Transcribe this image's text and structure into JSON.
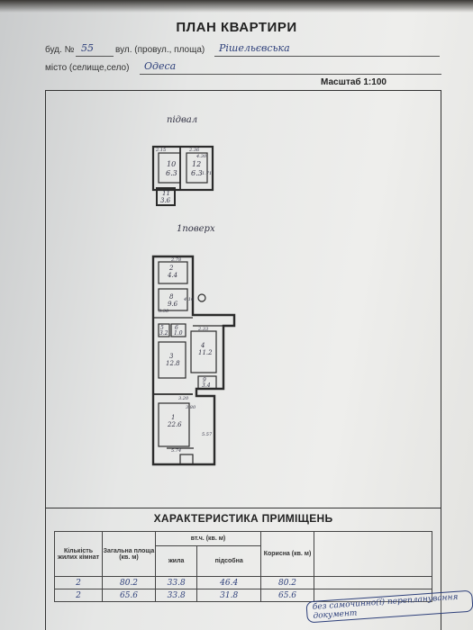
{
  "title": "ПЛАН КВАРТИРИ",
  "address": {
    "bud_label": "буд. №",
    "bud_number": "55",
    "street_label": "вул. (провул., площа)",
    "street_value": "Рішельєвська",
    "city_label": "місто (селище,село)",
    "city_value": "Одеса"
  },
  "scale": "Масштаб 1:100",
  "plan": {
    "basement_label": "підвал",
    "floor_label": "1поверх",
    "rooms": [
      {
        "id": "10",
        "area": "6.3"
      },
      {
        "id": "12",
        "area": "6.3"
      },
      {
        "id": "11",
        "area": "3.6"
      },
      {
        "id": "2",
        "area": "4.4"
      },
      {
        "id": "8",
        "area": "9.6"
      },
      {
        "id": "5",
        "area": "3.2"
      },
      {
        "id": "6",
        "area": "1.0"
      },
      {
        "id": "4",
        "area": "11.2"
      },
      {
        "id": "3",
        "area": "12.8"
      },
      {
        "id": "9",
        "area": "3.4"
      },
      {
        "id": "1",
        "area": "22.6"
      }
    ],
    "dims": [
      "2.15",
      "2.36",
      "4.30",
      "1.71",
      "2.78",
      "4.10",
      "3.30",
      "2.33",
      "3.20",
      "5.74",
      "3.80",
      "5.57"
    ]
  },
  "characteristics": {
    "title": "ХАРАКТЕРИСТИКА ПРИМІЩЕНЬ",
    "headers": {
      "rooms_count": "Кількість жилих кімнат",
      "total_area": "Загальна площа (кв. м)",
      "incl_group": "вт.ч. (кв. м)",
      "living": "жила",
      "auxiliary": "підсобна",
      "useful": "Корисна (кв. м)"
    },
    "rows": [
      {
        "rooms": "2",
        "total": "80.2",
        "living": "33.8",
        "aux": "46.4",
        "useful": "80.2"
      },
      {
        "rooms": "2",
        "total": "65.6",
        "living": "33.8",
        "aux": "31.8",
        "useful": "65.6"
      }
    ],
    "handwritten_note": "без самочинно(ї) перепланування документ"
  }
}
